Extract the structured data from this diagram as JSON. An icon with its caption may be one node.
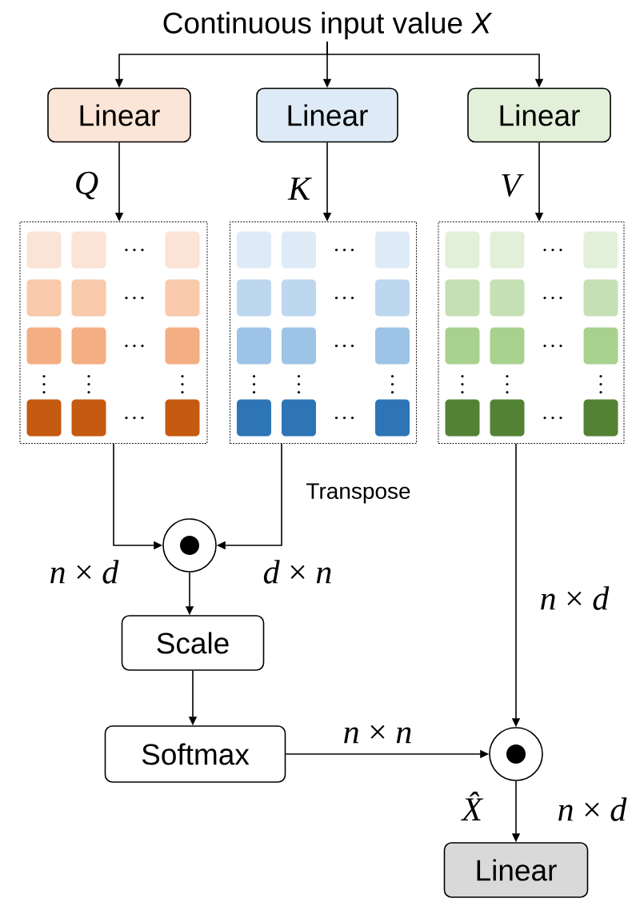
{
  "diagram": {
    "nodes": [
      {
        "text": [
          "Continuous input value *X*"
        ]
      },
      {
        "text": [
          "Linear"
        ]
      },
      {
        "text": [
          "Linear"
        ]
      },
      {
        "text": [
          "Linear"
        ]
      },
      {
        "text": [],
        "shape": "box"
      },
      {
        "text": [],
        "shape": "box"
      },
      {
        "text": [],
        "shape": "box"
      },
      {
        "text": [],
        "shape": "circle"
      },
      {
        "text": [
          "Scale"
        ]
      },
      {
        "text": [
          "Softmax"
        ]
      },
      {
        "text": [],
        "shape": "circle"
      },
      {
        "text": [
          "Linear"
        ]
      }
    ],
    "edges": [
      {
        "from": 0,
        "to": 1,
        "arrow": "to"
      },
      {
        "from": 0,
        "to": 2,
        "arrow": "to"
      },
      {
        "from": 0,
        "to": 3,
        "arrow": "to"
      },
      {
        "from": 1,
        "to": 4,
        "arrow": "to",
        "label": "*Q*"
      },
      {
        "from": 2,
        "to": 5,
        "arrow": "to",
        "label": "*K*"
      },
      {
        "from": 3,
        "to": 6,
        "arrow": "to",
        "label": "*V*"
      },
      {
        "from": 4,
        "to": 7,
        "arrow": "to",
        "label": "*n* × *d*"
      },
      {
        "from": 5,
        "to": 7,
        "arrow": "to",
        "label": "Transpose"
      },
      {
        "from": 7,
        "to": 8,
        "arrow": "to"
      },
      {
        "from": 8,
        "to": 9,
        "arrow": "to"
      },
      {
        "from": 9,
        "to": 10,
        "arrow": "to",
        "label": "*n* × *n*"
      },
      {
        "from": 6,
        "to": 10,
        "arrow": "to",
        "label": "*n* × *d*"
      },
      {
        "from": 10,
        "to": 11,
        "arrow": "to",
        "label": "*n* × *d*"
      }
    ],
    "labels": [
      "*d* × *n*",
      "*X̂*"
    ]
  }
}
